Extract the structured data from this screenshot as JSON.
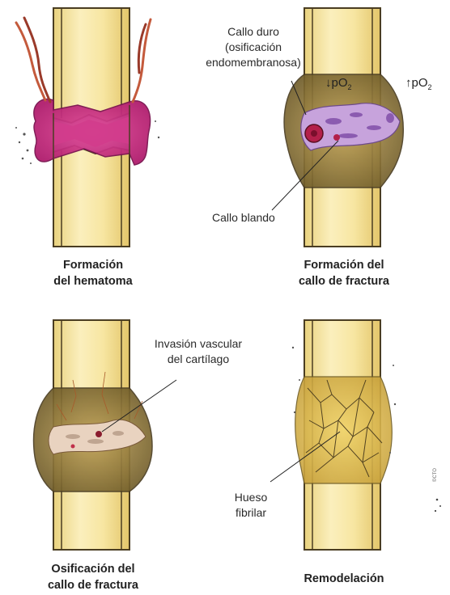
{
  "panels": [
    {
      "caption_line1": "Formación",
      "caption_line2": "del hematoma"
    },
    {
      "caption_line1": "Formación del",
      "caption_line2": "callo de fractura"
    },
    {
      "caption_line1": "Osificación del",
      "caption_line2": "callo de fractura"
    },
    {
      "caption_line1": "Remodelación"
    }
  ],
  "labels": {
    "callo_duro_1": "Callo duro",
    "callo_duro_2": "(osificación",
    "callo_duro_3": "endomembranosa)",
    "callo_blando": "Callo blando",
    "invasion_1": "Invasión vascular",
    "invasion_2": "del cartílago",
    "hueso_1": "Hueso",
    "hueso_2": "fibrilar",
    "po2_low_arrow": "↓",
    "po2_high_arrow": "↑",
    "po2_text": "pO",
    "po2_sub": "2"
  },
  "credit": "©CTO",
  "colors": {
    "bone_fill": "#f6e6a6",
    "bone_outline": "#4a3d22",
    "hematoma": "#c8287e",
    "callus_brown": "#8f7a3c",
    "soft_callus": "#b990d6",
    "marrow_red": "#b3204a"
  }
}
